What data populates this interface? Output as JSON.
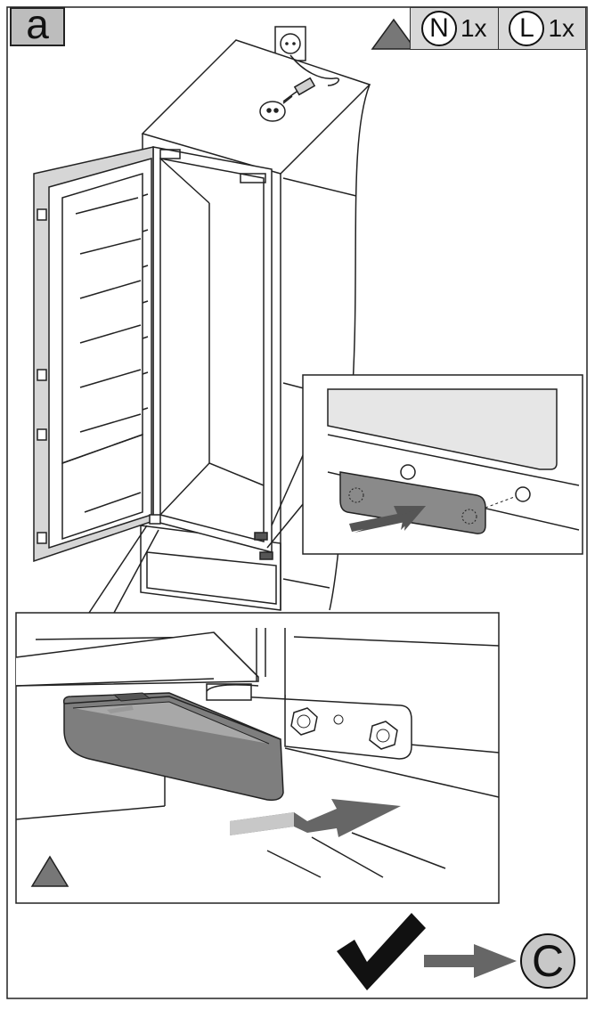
{
  "step": {
    "label": "a"
  },
  "parts": [
    {
      "letter": "N",
      "quantity": "1x"
    },
    {
      "letter": "L",
      "quantity": "1x"
    }
  ],
  "next_step": {
    "label": "C"
  },
  "colors": {
    "line": "#1a1a1a",
    "gray_fill": "#7a7a7a",
    "light_fill": "#d9d9d9",
    "background": "#ffffff"
  },
  "icons": [
    "warning-triangle-icon",
    "checkmark-icon",
    "arrow-right-icon",
    "wall-socket-icon",
    "plug-icon",
    "screw-icon"
  ]
}
